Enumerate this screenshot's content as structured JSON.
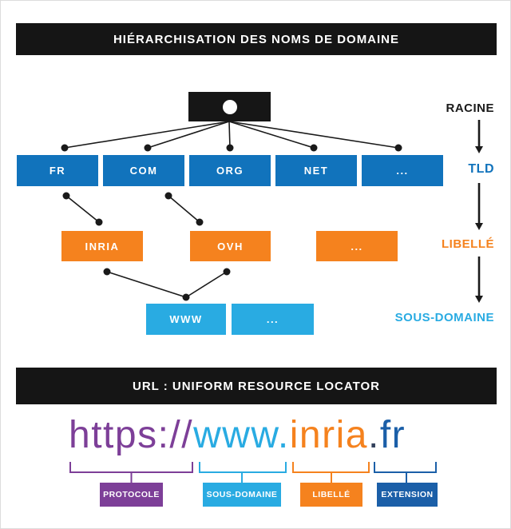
{
  "section1": {
    "title": "HIÉRARCHISATION DES NOMS DE DOMAINE"
  },
  "section2": {
    "title": "URL : UNIFORM RESOURCE LOCATOR"
  },
  "tree": {
    "tld_row": [
      "FR",
      "COM",
      "ORG",
      "NET",
      "..."
    ],
    "label_row": [
      "INRIA",
      "OVH",
      "..."
    ],
    "subdomain_row": [
      "WWW",
      "..."
    ]
  },
  "side_labels": {
    "racine": "RACINE",
    "tld": "TLD",
    "libelle": "LIBELLÉ",
    "sous_domaine": "SOUS-DOMAINE"
  },
  "url": {
    "protocol": "https://",
    "subdomain": "www.",
    "label": "inria",
    "separator": ".",
    "extension": "fr"
  },
  "url_labels": {
    "protocol": "PROTOCOLE",
    "subdomain": "SOUS-DOMAINE",
    "label": "LIBELLÉ",
    "extension": "EXTENSION"
  },
  "colors": {
    "tld_blue": "#1173BC",
    "subdomain_cyan": "#29ABE2",
    "label_orange": "#F5821E",
    "protocol_purple": "#7D3F98",
    "extension_darkblue": "#1B5FA8",
    "bar_black": "#151515",
    "separator_dark": "#33415C"
  }
}
